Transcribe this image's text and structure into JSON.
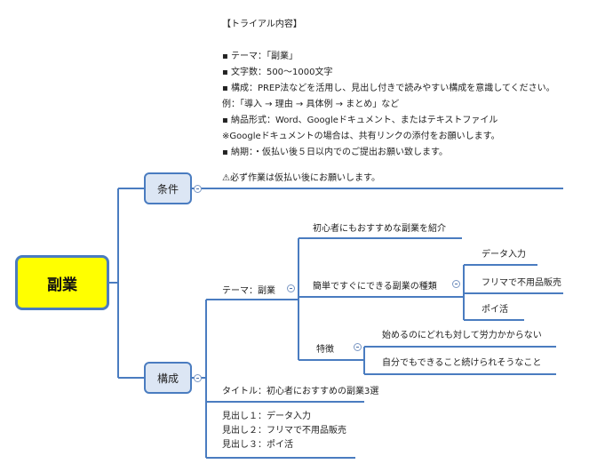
{
  "root": {
    "label": "副業"
  },
  "condition": {
    "label": "条件",
    "note_lines": [
      "【トライアル内容】",
      "",
      "▪ テーマ：「副業」",
      "▪ 文字数：500〜1000文字",
      "▪ 構成：PREP法などを活用し、見出し付きで読みやすい構成を意識してください。",
      "例：「導入 → 理由 → 具体例 → まとめ」など",
      "▪ 納品形式：Word、Googleドキュメント、またはテキストファイル",
      "※Googleドキュメントの場合は、共有リンクの添付をお願いします。",
      "▪ 納期：・仮払い後５日以内でのご提出お願い致します。",
      "",
      "⚠必ず作業は仮払い後にお願いします。"
    ]
  },
  "structure": {
    "label": "構成",
    "theme": {
      "label": "テーマ：副業",
      "intro": "初心者にもおすすめな副業を紹介",
      "types": {
        "label": "簡単ですぐにできる副業の種類",
        "items": [
          "データ入力",
          "フリマで不用品販売",
          "ポイ活"
        ]
      },
      "features": {
        "label": "特徴",
        "items": [
          "始めるのにどれも対して労力かからない",
          "自分でもできること続けられそうなこと"
        ]
      }
    },
    "title": "タイトル：初心者におすすめの副業3選",
    "headings": [
      "見出し１：データ入力",
      "見出し２：フリマで不用品販売",
      "見出し３：ポイ活"
    ]
  }
}
